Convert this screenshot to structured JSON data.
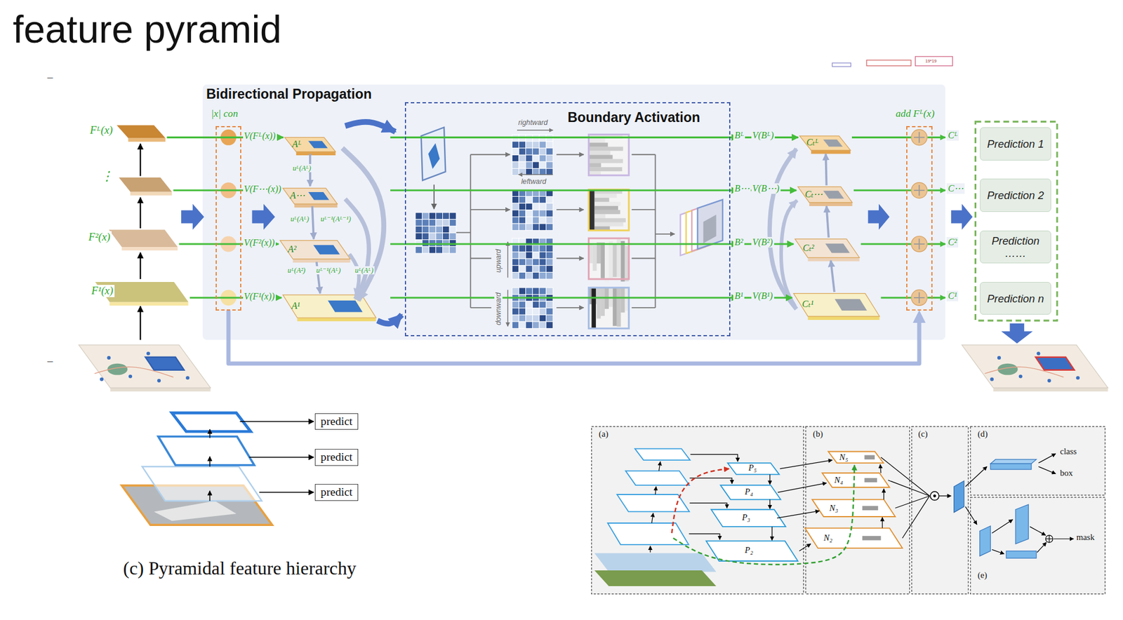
{
  "diagram": {
    "title": "feature pyramid",
    "caption": "(c) Pyramidal feature hierarchy",
    "nodes": [
      {
        "text": [
          "Bidirectional Propagation"
        ]
      },
      {
        "text": [
          "Boundary Activation"
        ],
        "in": 0
      },
      {
        "text": [
          "|x| con"
        ],
        "in": 0
      },
      {
        "text": [
          "add Fᴸ(x)"
        ],
        "in": 0
      },
      {
        "text": [
          "Prediction 1"
        ]
      },
      {
        "text": [
          "Prediction 2"
        ]
      },
      {
        "text": [
          "Prediction ……"
        ]
      },
      {
        "text": [
          "Prediction n"
        ]
      },
      {
        "text": [
          "predict"
        ]
      },
      {
        "text": [
          "predict"
        ]
      },
      {
        "text": [
          "predict"
        ]
      }
    ],
    "edges": [
      {
        "from": 2,
        "to": 3,
        "arrow": "to"
      }
    ],
    "labels": [
      "–",
      "–",
      "19*19",
      "Fᴸ(x)",
      "⋮",
      "F²(x)",
      "F¹(x)",
      "V(Fᴸ(x))",
      "V(F⋯(x))",
      "V(F²(x))",
      "V(F¹(x))",
      "Aᴸ",
      "A⋯",
      "A²",
      "A¹",
      "uᴸ(Aᴸ)",
      "uᴸ(Aᴸ)",
      "uᴸ⁻¹(Aᴸ⁻¹)",
      "uᴸ(A²)",
      "uᴸ⁻¹(Aᴸ)",
      "uᴸ(Aᴸ)",
      "rightward",
      "leftward",
      "upward",
      "downward",
      "Bᴸ",
      "V(Bᴸ)",
      "Cₜᴸ",
      "B⋯",
      "V(B⋯)",
      "Cₜ⋯",
      "B²",
      "V(B²)",
      "Cₜ²",
      "B¹",
      "V(B¹)",
      "Cₜ¹",
      "Cᴸ",
      "C⋯",
      "C²",
      "C¹",
      "(a)",
      "(b)",
      "(c)",
      "(d)",
      "(e)",
      "P₅",
      "P₄",
      "P₃",
      "P₂",
      "N₅",
      "N₄",
      "N₃",
      "N₂",
      "class",
      "box",
      "mask"
    ]
  }
}
